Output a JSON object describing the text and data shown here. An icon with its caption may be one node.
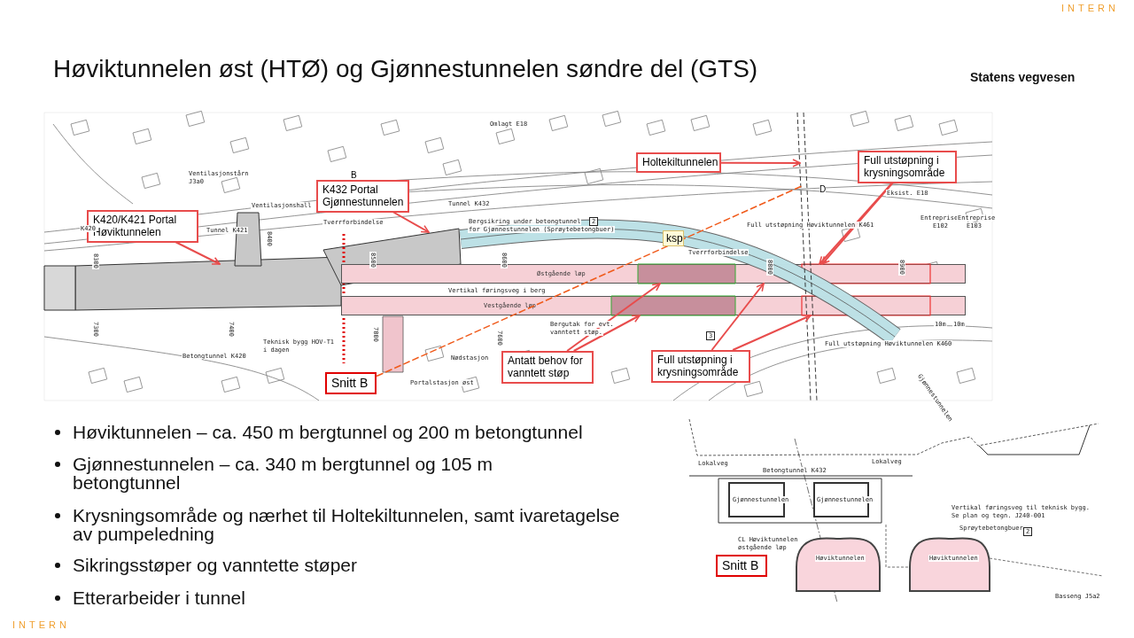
{
  "diagram": {
    "title": "Høviktunnelen øst (HTØ) og Gjønnestunnelen søndre del (GTS)",
    "nodes": [
      {
        "text": [
          "K420/K421 Portal Høviktunnelen"
        ]
      },
      {
        "text": [
          "K432 Portal Gjønnestunnelen"
        ]
      },
      {
        "text": [
          "Holtekiltunnelen"
        ]
      },
      {
        "text": [
          "Full utstøpning i krysningsområde"
        ]
      },
      {
        "text": [
          "ksp"
        ]
      },
      {
        "text": [
          "Snitt B"
        ]
      },
      {
        "text": [
          "Antatt behov for vanntett støp"
        ]
      },
      {
        "text": [
          "Full utstøpning i krysningsområde"
        ]
      },
      {
        "text": [
          "Snitt B"
        ]
      },
      {
        "text": [
          "Østgående løp"
        ]
      },
      {
        "text": [
          "Vestgående løp"
        ]
      }
    ],
    "edges": [
      {
        "from": 0,
        "to": null,
        "arrow": "to"
      },
      {
        "from": 1,
        "to": null,
        "arrow": "to"
      },
      {
        "from": 2,
        "to": null,
        "arrow": "to"
      },
      {
        "from": 3,
        "to": 9,
        "arrow": "to"
      },
      {
        "from": 3,
        "to": 9,
        "arrow": "to"
      },
      {
        "from": 6,
        "to": 10,
        "arrow": "to"
      },
      {
        "from": 6,
        "to": 9,
        "arrow": "to"
      },
      {
        "from": 7,
        "to": 10,
        "arrow": "to"
      },
      {
        "from": 7,
        "to": 9,
        "arrow": "to"
      }
    ],
    "labels": [
      "Statens vegvesen",
      "INTERN",
      "INTERN",
      "Høviktunnelen – ca. 450 m bergtunnel og 200 m betongtunnel",
      "Gjønnestunnelen – ca. 340 m bergtunnel og 105 m betongtunnel",
      "Krysningsområde og nærhet til Holtekiltunnelen, samt ivaretagelse av pumpeledning",
      "Sikringsstøper og vanntette støper",
      "Etterarbeider i tunnel",
      "Ventilasjonstårn",
      "J3a0",
      "Ventilasjonshall",
      "K420",
      "Tunnel K421",
      "8300",
      "7300",
      "8400",
      "7400",
      "Betongtunnel K420",
      "Teknisk bygg HOV-T1",
      "i dagen",
      "B",
      "Omlagt E18",
      "Tunnel K432",
      "Tverrforbindelse",
      "Bergsikring under betongtunnel",
      "for Gjønnestunnelen (Sprøytebetongbuer)",
      "2",
      "8500",
      "8600",
      "Vertikal føringsveg i berg",
      "7800",
      "7600",
      "Bergutak for evt.",
      "vanntett støp.",
      "Nødstasjon",
      "Portalstasjon øst",
      "Tverrforbindelse",
      "D",
      "Eksist. E18",
      "Full utstøpning Høviktunnelen K461",
      "Entreprise",
      "E102",
      "Entreprise",
      "E103",
      "8800",
      "8900",
      "3",
      "Full utstøpning Høviktunnelen K460",
      "10m",
      "10m",
      "Gjønnestunnelen",
      "Lokalveg",
      "Lokalveg",
      "Betongtunnel K432",
      "Gjønnestunnelen",
      "Gjønnestunnelen",
      "Vertikal føringsveg til teknisk bygg.",
      "Se plan og tegn. J240-001",
      "Sprøytebetongbuer",
      "2",
      "CL Høviktunnelen",
      "østgående løp",
      "Høviktunnelen",
      "Høviktunnelen",
      "Basseng J5a2"
    ]
  }
}
